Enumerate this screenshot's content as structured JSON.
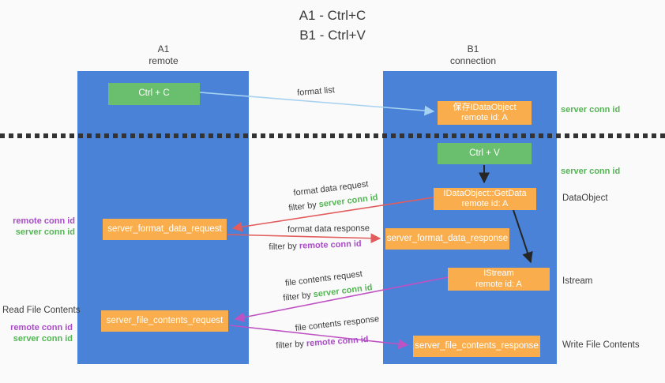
{
  "title": {
    "line1": "A1 - Ctrl+C",
    "line2": "B1 - Ctrl+V"
  },
  "columns": {
    "left": {
      "header_line1": "A1",
      "header_line2": "remote"
    },
    "right": {
      "header_line1": "B1",
      "header_line2": "connection"
    }
  },
  "nodes": {
    "ctrl_c": "Ctrl + C",
    "ctrl_v": "Ctrl + V",
    "save_idataobject_line1": "保存IDataObject",
    "save_idataobject_line2": "remote id: A",
    "getdata_line1": "IDataObject::GetData",
    "getdata_line2": "remote id: A",
    "istream_line1": "IStream",
    "istream_line2": "remote id: A",
    "server_format_data_request": "server_format_data_request",
    "server_format_data_response": "server_format_data_response",
    "server_file_contents_request": "server_file_contents_request",
    "server_file_contents_response": "server_file_contents_response"
  },
  "edge_labels": {
    "format_list": "format list",
    "format_data_request": "format data request",
    "format_data_response": "format data response",
    "file_contents_request": "file contents request",
    "file_contents_response": "file contents response",
    "filter_by": "filter by ",
    "server_conn_id": "server conn id",
    "remote_conn_id": "remote conn id"
  },
  "left_annotations": {
    "group1": {
      "remote_conn_id": "remote conn id",
      "server_conn_id": "server conn id"
    },
    "group2": {
      "title": "Read File Contents",
      "remote_conn_id": "remote conn id",
      "server_conn_id": "server conn id"
    }
  },
  "right_annotations": {
    "server_conn_id_1": "server conn id",
    "server_conn_id_2": "server conn id",
    "dataobject": "DataObject",
    "istream": "Istream",
    "write_file_contents": "Write File Contents"
  },
  "colors": {
    "column_blue": "#4a82d7",
    "box_orange": "#f9ad4d",
    "box_green": "#6abf6e",
    "green_text": "#53b553",
    "purple_text": "#aa4bc8",
    "red_arrow": "#e25d5d",
    "magenta_arrow": "#bf52c3",
    "light_blue_arrow": "#a6d2f2",
    "black_arrow": "#262626",
    "background": "#fafafa"
  }
}
